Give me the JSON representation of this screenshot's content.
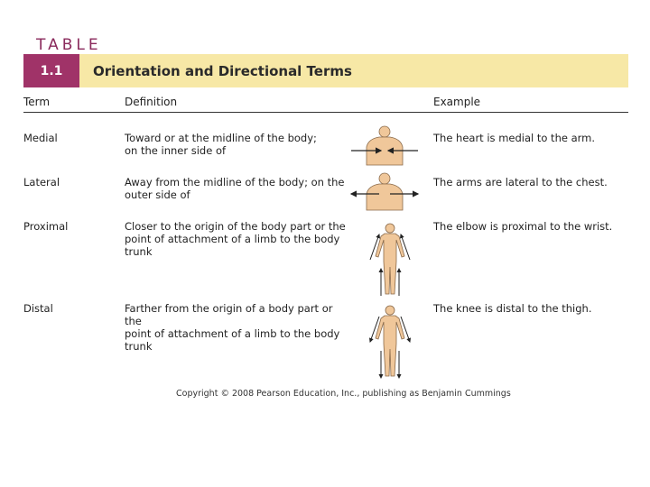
{
  "table": {
    "kicker": "TABLE",
    "number": "1.1",
    "title": "Orientation and Directional Terms"
  },
  "columns": {
    "term": "Term",
    "definition": "Definition",
    "example": "Example"
  },
  "rows": [
    {
      "term": "Medial",
      "definition_lines": [
        "Toward or at the midline of the body;",
        "on the inner side of"
      ],
      "example": "The heart is medial to the arm.",
      "figure_icon": "torso-inward-arrows-icon"
    },
    {
      "term": "Lateral",
      "definition_lines": [
        "Away from the midline of the body; on the",
        "outer side of"
      ],
      "example": "The arms are lateral to the chest.",
      "figure_icon": "torso-outward-arrows-icon"
    },
    {
      "term": "Proximal",
      "definition_lines": [
        "Closer to the origin of the body part or the",
        "point of attachment of a limb to the body",
        "trunk"
      ],
      "example": "The elbow is proximal to the wrist.",
      "figure_icon": "body-proximal-arrows-icon"
    },
    {
      "term": "Distal",
      "definition_lines": [
        "Farther from the origin of a body part or the",
        "point of attachment of a limb to the body",
        "trunk"
      ],
      "example": "The knee is distal to the thigh.",
      "figure_icon": "body-distal-arrows-icon"
    }
  ],
  "copyright": "Copyright © 2008 Pearson Education, Inc., publishing as Benjamin Cummings",
  "colors": {
    "accent": "#a03368",
    "band": "#f7e8a6",
    "skin": "#f0c79a"
  }
}
